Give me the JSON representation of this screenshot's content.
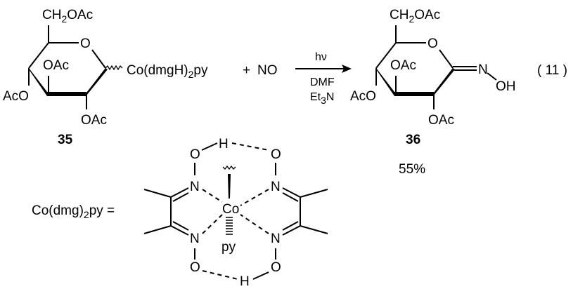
{
  "reactant": {
    "ring_substituents": {
      "top": "CH2OAc",
      "ring_oxygen": "O",
      "c4_oac": "OAc",
      "c3_aco": "AcO",
      "c2_oac": "OAc"
    },
    "cobalt_group": "Co(dmgH)2py",
    "compound_number": "35"
  },
  "reagent": {
    "plus": "+",
    "name": "NO"
  },
  "conditions": {
    "top": "hν",
    "solvent": "DMF",
    "base": "Et3N"
  },
  "product": {
    "ring_substituents": {
      "top": "CH2OAc",
      "ring_oxygen": "O",
      "c4_oac": "OAc",
      "c3_aco": "AcO",
      "c2_oac": "OAc"
    },
    "oxime_n": "N",
    "oxime_oh": "OH",
    "compound_number": "36",
    "yield": "55%"
  },
  "equation_number": "( 11 )",
  "definition": {
    "label": "Co(dmg)2py =",
    "center": "Co",
    "axial": "py",
    "atoms": {
      "n": "N",
      "o": "O",
      "h": "H"
    }
  }
}
